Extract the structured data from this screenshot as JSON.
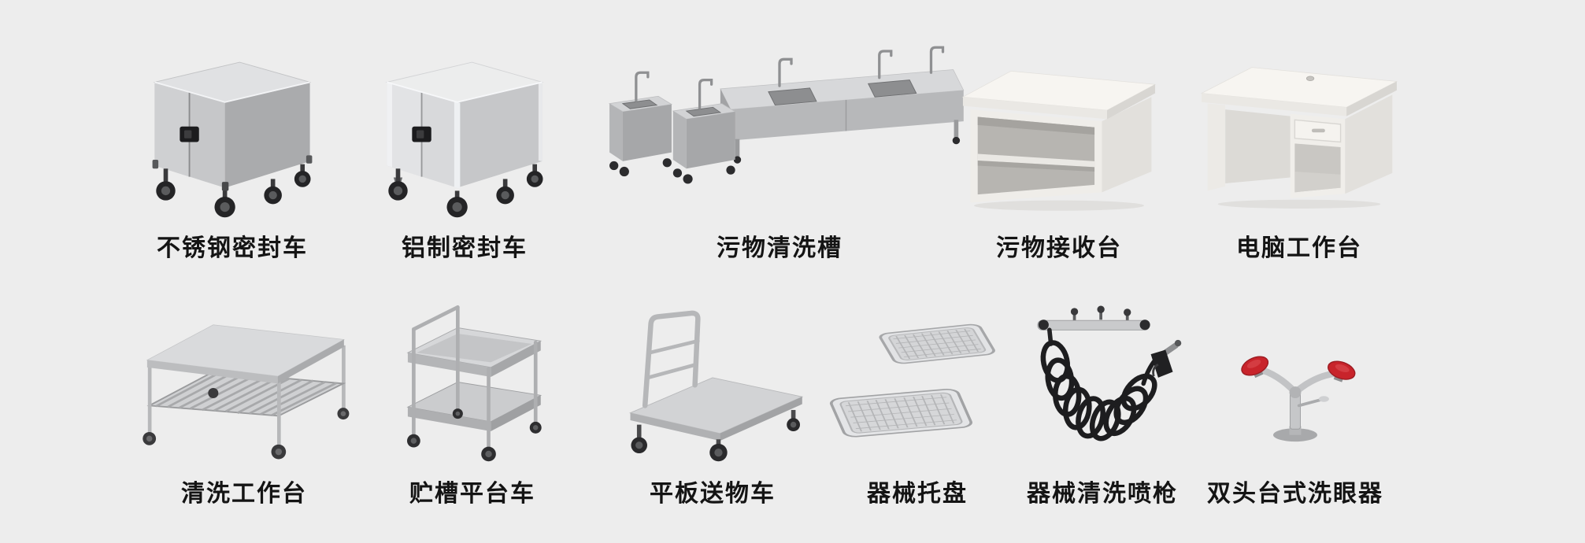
{
  "page": {
    "background_color": "#ededed",
    "label_color": "#141414",
    "steel_light": "#d7d8da",
    "steel_mid": "#bfc0c2",
    "steel_dark": "#a7a8aa",
    "white_furniture": "#f6f4f0",
    "hose_black": "#1d1d1f",
    "eyewash_red": "#c8242b"
  },
  "catalog": {
    "rows": [
      {
        "items": [
          {
            "label": "不锈钢密封车",
            "icon": "stainless-steel-sealed-cart-icon"
          },
          {
            "label": "铝制密封车",
            "icon": "aluminum-sealed-cart-icon"
          },
          {
            "label": "污物清洗槽",
            "icon": "waste-washing-sink-icon"
          },
          {
            "label": "污物接收台",
            "icon": "waste-receiving-table-icon"
          },
          {
            "label": "电脑工作台",
            "icon": "computer-workstation-icon"
          }
        ]
      },
      {
        "items": [
          {
            "label": "清洗工作台",
            "icon": "cleaning-worktable-icon"
          },
          {
            "label": "贮槽平台车",
            "icon": "storage-tank-platform-cart-icon"
          },
          {
            "label": "平板送物车",
            "icon": "flat-delivery-cart-icon"
          },
          {
            "label": "器械托盘",
            "icon": "instrument-tray-icon"
          },
          {
            "label": "器械清洗喷枪",
            "icon": "instrument-cleaning-spray-gun-icon"
          },
          {
            "label": "双头台式洗眼器",
            "icon": "dual-head-benchtop-eyewash-icon"
          }
        ]
      }
    ]
  }
}
